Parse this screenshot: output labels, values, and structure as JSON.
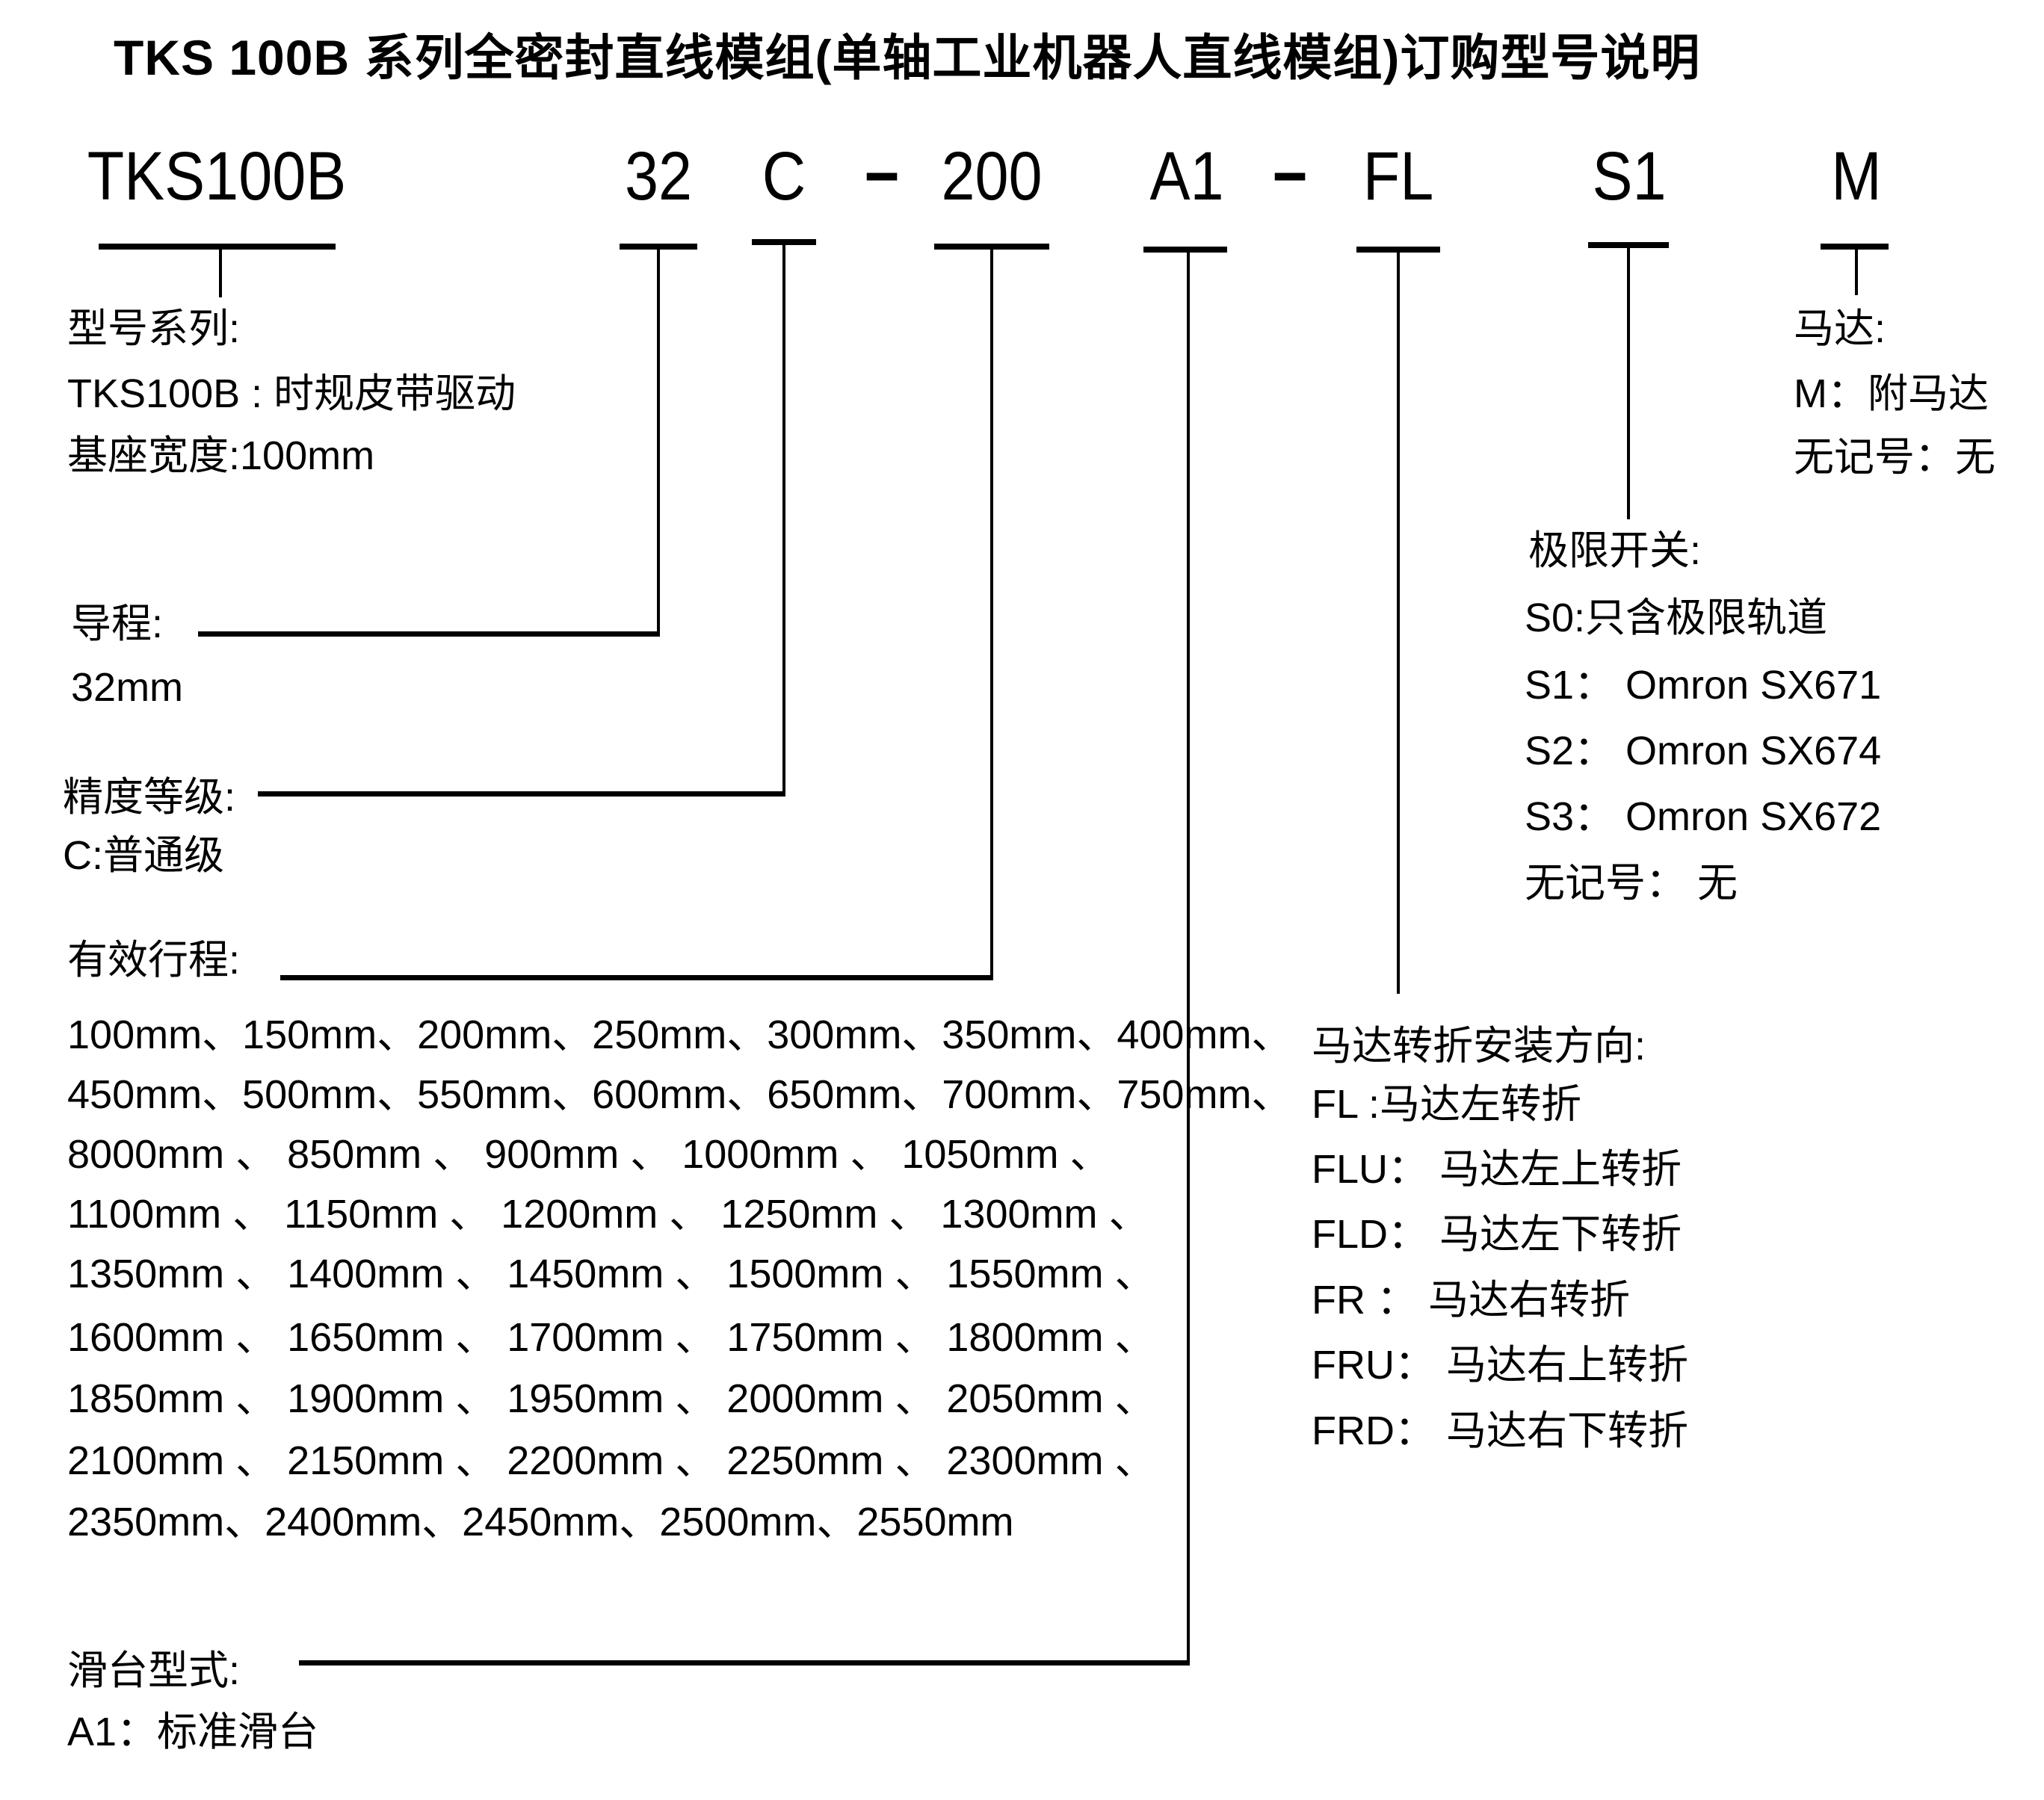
{
  "title": "TKS 100B  系列全密封直线模组(单轴工业机器人直线模组)订购型号说明",
  "model_code": {
    "segments": [
      "TKS100B",
      "32",
      "C",
      "−",
      "200",
      "A1",
      "−",
      "FL",
      "S1",
      "M"
    ]
  },
  "sections": {
    "series": {
      "label": "型号系列:",
      "line1": "TKS100B : 时规皮带驱动",
      "line2": "基座宽度:100mm"
    },
    "lead": {
      "label": "导程:",
      "value": "32mm"
    },
    "accuracy": {
      "label": "精度等级:",
      "value": "C:普通级"
    },
    "stroke": {
      "label": "有效行程:",
      "rows": [
        "100mm、150mm、200mm、250mm、300mm、350mm、400mm、",
        "450mm、500mm、550mm、600mm、650mm、700mm、750mm、",
        "8000mm 、 850mm 、 900mm 、 1000mm 、 1050mm 、",
        "1100mm 、 1150mm 、 1200mm 、 1250mm 、 1300mm 、",
        "1350mm 、 1400mm 、 1450mm 、 1500mm 、 1550mm 、",
        "1600mm 、 1650mm 、 1700mm 、 1750mm 、 1800mm 、",
        "1850mm 、 1900mm 、 1950mm 、 2000mm 、 2050mm 、",
        "2100mm 、 2150mm 、 2200mm 、 2250mm 、 2300mm 、",
        "2350mm、2400mm、2450mm、2500mm、2550mm"
      ]
    },
    "slider": {
      "label": "滑台型式:",
      "value": "A1：标准滑台"
    },
    "motor": {
      "label": "马达:",
      "line1": "M：附马达",
      "line2": "无记号：无"
    },
    "limit_switch": {
      "label": "极限开关:",
      "s0": "S0:只含极限轨道",
      "s1": "S1： Omron SX671",
      "s2": "S2： Omron SX674",
      "s3": "S3： Omron SX672",
      "none": "无记号： 无"
    },
    "motor_direction": {
      "label": "马达转折安装方向:",
      "fl": "FL :马达左转折",
      "flu": "FLU： 马达左上转折",
      "fld": "FLD： 马达左下转折",
      "fr": "FR ： 马达右转折",
      "fru": "FRU： 马达右上转折",
      "frd": "FRD： 马达右下转折"
    }
  },
  "colors": {
    "background": "#ffffff",
    "text": "#000000",
    "line": "#000000"
  }
}
